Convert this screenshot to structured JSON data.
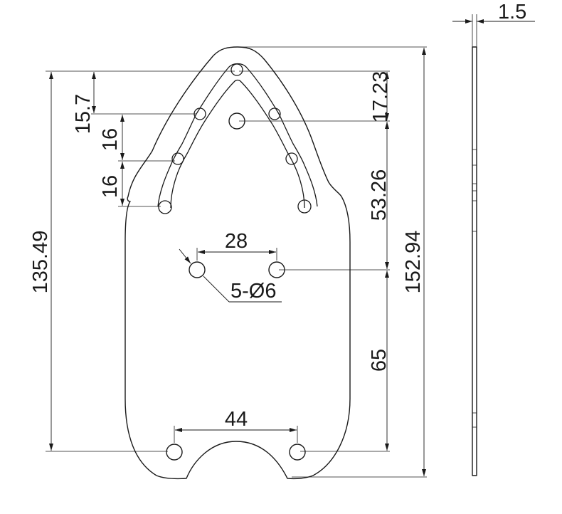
{
  "dimensions": {
    "thickness": "1.5",
    "slot_top_offset": "15.7",
    "slot_step_1": "16",
    "slot_step_2": "16",
    "overall_height_left": "135.49",
    "top_hole_offset": "17.23",
    "hole_to_center": "53.26",
    "overall_height_right": "152.94",
    "center_to_bottom": "65",
    "center_hole_spacing": "28",
    "hole_callout": "5-Ø6",
    "bottom_hole_spacing": "44"
  }
}
